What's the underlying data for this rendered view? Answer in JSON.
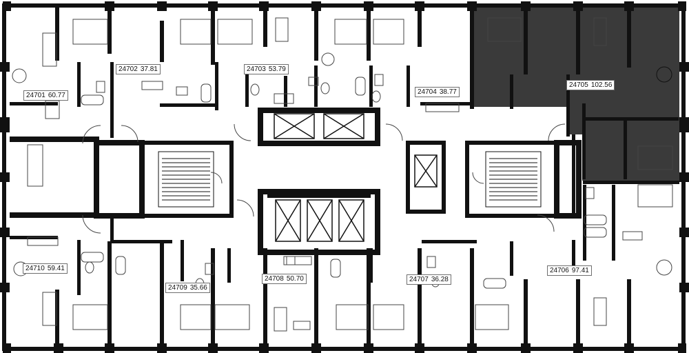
{
  "colors": {
    "wall": "#111111",
    "background": "#ffffff",
    "highlighted_unit": "#3a3a3a",
    "fixture_stroke": "#444444",
    "label_border": "#6e6e6e"
  },
  "highlighted_unit": "24705",
  "units": [
    {
      "number": "24701",
      "area": "60.77"
    },
    {
      "number": "24702",
      "area": "37.81"
    },
    {
      "number": "24703",
      "area": "53.79"
    },
    {
      "number": "24704",
      "area": "38.77"
    },
    {
      "number": "24705",
      "area": "102.56"
    },
    {
      "number": "24706",
      "area": "97.41"
    },
    {
      "number": "24707",
      "area": "36.28"
    },
    {
      "number": "24708",
      "area": "50.70"
    },
    {
      "number": "24709",
      "area": "35.66"
    },
    {
      "number": "24710",
      "area": "59.41"
    }
  ],
  "icons": [
    "elevator-icon",
    "stair-icon",
    "bed-icon",
    "sofa-icon",
    "table-icon",
    "bathtub-icon",
    "sink-icon",
    "stove-icon",
    "toilet-icon"
  ]
}
